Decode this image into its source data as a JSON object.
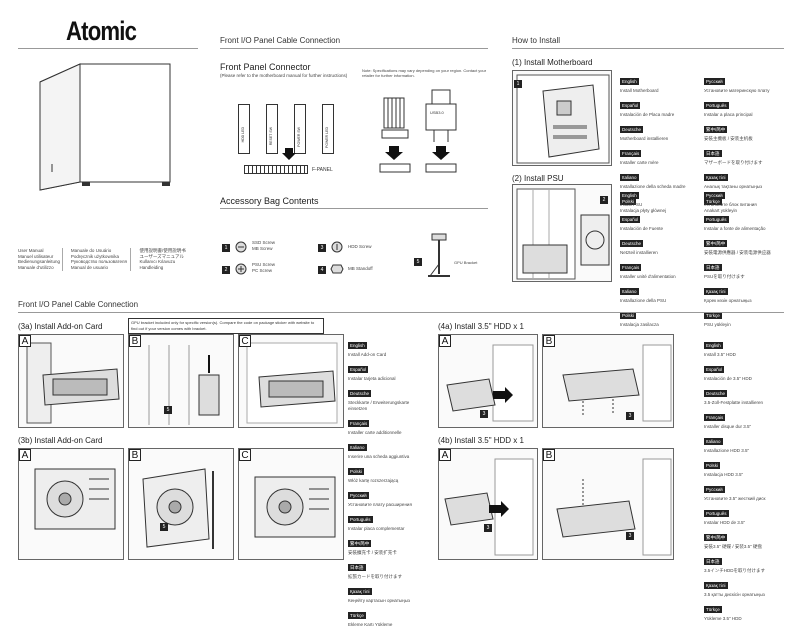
{
  "brand": {
    "logo": "Atomic"
  },
  "manuals": [
    [
      "User Manual",
      "Manuel utilisateur",
      "Bedienungsanleitung",
      "Manuale d'utilizzo"
    ],
    [
      "Manuale do Usuário",
      "Podręcznik użytkownika",
      "Руководство пользователя",
      "Manual de usuario"
    ],
    [
      "使用說明書/使用說明书",
      "ユーザーズマニュアル",
      "Kullanıcı Kılavuzu",
      "Handleiding"
    ]
  ],
  "front_io": {
    "section_title": "Front I/O Panel Cable Connection",
    "connector_title": "Front Panel Connector",
    "note_left": "(Please refer to the motherboard manual for further instructions)",
    "note_right": "Note: Specifications may vary depending on your region. Contact your retailer for further information.",
    "pins": [
      "HDD LED",
      "RESET SW",
      "POWER SW",
      "POWER LED"
    ],
    "f_panel": "F-PANEL",
    "usb": "USB3.0"
  },
  "accessory": {
    "title": "Accessory Bag Contents",
    "items": [
      {
        "n": "1",
        "a": "SSD Screw",
        "b": "MB Screw"
      },
      {
        "n": "2",
        "a": "PSU Screw",
        "b": "PC Screw"
      },
      {
        "n": "3",
        "a": "HDD Screw",
        "b": ""
      },
      {
        "n": "4",
        "a": "MB Standoff",
        "b": ""
      },
      {
        "n": "5",
        "a": "GPU Bracket",
        "b": ""
      }
    ]
  },
  "how_to_install": {
    "title": "How to Install",
    "step1": "(1) Install Motherboard",
    "step2": "(2) Install PSU",
    "lang1": [
      {
        "tag": "English",
        "text": "Install Motherboard"
      },
      {
        "tag": "Español",
        "text": "Instalación de Placa madre"
      },
      {
        "tag": "Deutsche",
        "text": "Motherboard installieren"
      },
      {
        "tag": "Français",
        "text": "Installer carte mère"
      },
      {
        "tag": "Italiano",
        "text": "Installazione della scheda madre"
      },
      {
        "tag": "Polski",
        "text": "Instalacja płyty głównej"
      }
    ],
    "lang1r": [
      {
        "tag": "Русский",
        "text": "Установите материнскую плату"
      },
      {
        "tag": "Português",
        "text": "Instalar a placa principal"
      },
      {
        "tag": "繁中/简中",
        "text": "安裝主機板 / 安装主机板"
      },
      {
        "tag": "日本語",
        "text": "マザーボードを取り付けます"
      },
      {
        "tag": "Қазақ тілі",
        "text": "Аналық тақтаны орнатыңыз"
      },
      {
        "tag": "Türkçe",
        "text": "Anakart yükleyin"
      }
    ],
    "lang2": [
      {
        "tag": "English",
        "text": "Install PSU"
      },
      {
        "tag": "Español",
        "text": "Instalación de Fuente"
      },
      {
        "tag": "Deutsche",
        "text": "Netzteil installieren"
      },
      {
        "tag": "Français",
        "text": "Installer unité d'alimentation"
      },
      {
        "tag": "Italiano",
        "text": "Installazione della PSU"
      },
      {
        "tag": "Polski",
        "text": "Instalacja zasilacza"
      }
    ],
    "lang2r": [
      {
        "tag": "Русский",
        "text": "Установите блок питания"
      },
      {
        "tag": "Português",
        "text": "Instalar a fonte de alimentação"
      },
      {
        "tag": "繁中/简中",
        "text": "安裝電源供應器 / 安装电源供应器"
      },
      {
        "tag": "日本語",
        "text": "PSUを取り付けます"
      },
      {
        "tag": "Қазақ тілі",
        "text": "Қорек көзін орнатыңыз"
      },
      {
        "tag": "Türkçe",
        "text": "PSU yükleyin"
      }
    ]
  },
  "bottom": {
    "title": "Front I/O Panel Cable Connection",
    "s3a": "(3a) Install Add-on Card",
    "s3b": "(3b) Install Add-on Card",
    "s4a": "(4a) Install 3.5\" HDD x 1",
    "s4b": "(4b) Install 3.5\" HDD x 1",
    "gpu_note": "GPU bracket included only for specific version(s). Compare the code on package sticker with website to find out if your version comes with bracket.",
    "lang3": [
      {
        "tag": "English",
        "text": "Install Add-on Card"
      },
      {
        "tag": "Español",
        "text": "Instalar tarjeta adicional"
      },
      {
        "tag": "Deutsche",
        "text": "Steckkarte / Erweiterungskarte einsetzen"
      },
      {
        "tag": "Français",
        "text": "Installer carte additionnelle"
      },
      {
        "tag": "Italiano",
        "text": "Inserire una scheda aggiuntiva"
      },
      {
        "tag": "Polski",
        "text": "Włóż kartę rozszerzającą"
      },
      {
        "tag": "Русский",
        "text": "Установите плату расширения"
      },
      {
        "tag": "Português",
        "text": "Instalar placa complementar"
      },
      {
        "tag": "繁中/简中",
        "text": "安裝擴充卡 / 安装扩充卡"
      },
      {
        "tag": "日本語",
        "text": "拡張カードを取り付けます"
      },
      {
        "tag": "Қазақ тілі",
        "text": "Кеңейту картасын орнатыңыз"
      },
      {
        "tag": "Türkçe",
        "text": "Ekleme Kartı Yükleme"
      }
    ],
    "lang4": [
      {
        "tag": "English",
        "text": "Install 3.5\" HDD"
      },
      {
        "tag": "Español",
        "text": "Instalación de 3.5\" HDD"
      },
      {
        "tag": "Deutsche",
        "text": "3.5-Zoll-Festplatte installieren"
      },
      {
        "tag": "Français",
        "text": "Installer disque dur 3.5\""
      },
      {
        "tag": "Italiano",
        "text": "Installazione HDD 3.5\""
      },
      {
        "tag": "Polski",
        "text": "Instalacja HDD 3.5\""
      },
      {
        "tag": "Русский",
        "text": "Установите 3.5\" жесткий диск"
      },
      {
        "tag": "Português",
        "text": "Instalar HDD de 3.5\""
      },
      {
        "tag": "繁中/简中",
        "text": "安裝3.5\" 硬碟 / 安装3.5\" 硬盘"
      },
      {
        "tag": "日本語",
        "text": "3.5インチHDDを取り付けます"
      },
      {
        "tag": "Қазақ тілі",
        "text": "3.5 қатты дискісін орнатыңыз"
      },
      {
        "tag": "Türkçe",
        "text": "Yükleme 3.5\" HDD"
      }
    ]
  }
}
